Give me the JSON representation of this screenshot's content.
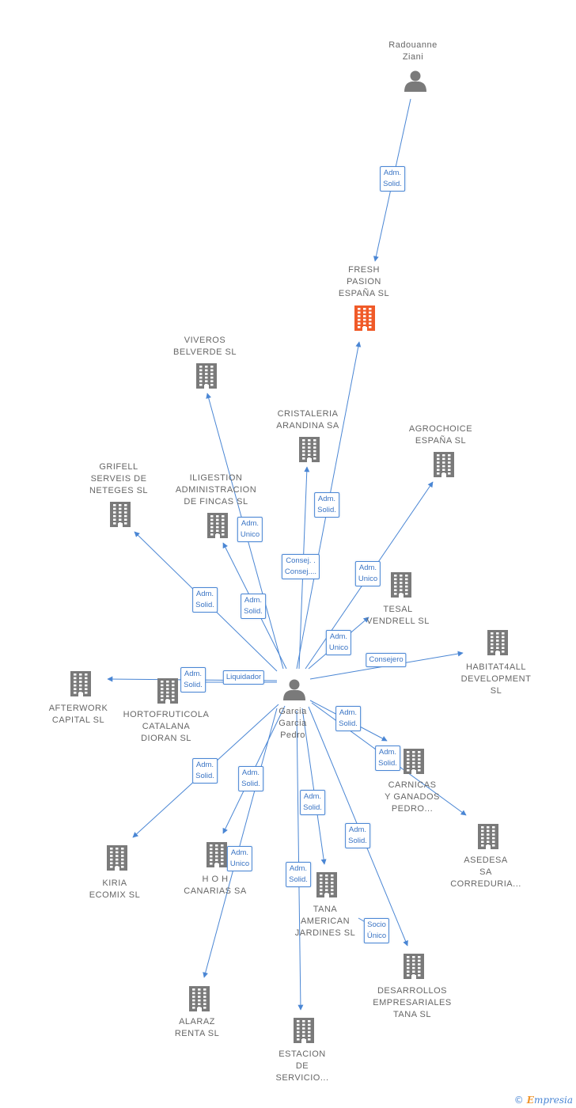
{
  "colors": {
    "edge": "#4a86d4",
    "person": "#7a7a7a",
    "company": "#7a7a7a",
    "focus_company": "#f05a28",
    "label": "#666666"
  },
  "nodes": [
    {
      "id": "radouanne",
      "label": "Radouanne\nZiani",
      "kind": "person"
    },
    {
      "id": "fresh",
      "label": "FRESH\nPASION\nESPAÑA SL",
      "kind": "company-focus"
    },
    {
      "id": "viveros",
      "label": "VIVEROS\nBELVERDE SL",
      "kind": "company"
    },
    {
      "id": "cristaleria",
      "label": "CRISTALERIA\nARANDINA SA",
      "kind": "company"
    },
    {
      "id": "agrochoice",
      "label": "AGROCHOICE\nESPAÑA SL",
      "kind": "company"
    },
    {
      "id": "grifell",
      "label": "GRIFELL\nSERVEIS DE\nNETEGES SL",
      "kind": "company"
    },
    {
      "id": "iligestion",
      "label": "ILIGESTION\nADMINISTRACION\nDE FINCAS SL",
      "kind": "company"
    },
    {
      "id": "tesal",
      "label": "TESAL\nVENDRELL SL",
      "kind": "company"
    },
    {
      "id": "habitat",
      "label": "HABITAT4ALL\nDEVELOPMENT\nSL",
      "kind": "company"
    },
    {
      "id": "afterwork",
      "label": "AFTERWORK\nCAPITAL SL",
      "kind": "company"
    },
    {
      "id": "hortofruticola",
      "label": "HORTOFRUTICOLA\nCATALANA\nDIORAN SL",
      "kind": "company"
    },
    {
      "id": "garcia",
      "label": "Garcia\nGarcia\nPedro",
      "kind": "person"
    },
    {
      "id": "carnicas",
      "label": "CARNICAS\nY GANADOS\nPEDRO...",
      "kind": "company"
    },
    {
      "id": "asedesa",
      "label": "ASEDESA\nSA\nCORREDURIA...",
      "kind": "company"
    },
    {
      "id": "kiria",
      "label": "KIRIA\nECOMIX SL",
      "kind": "company"
    },
    {
      "id": "hoh",
      "label": "H O H\nCANARIAS SA",
      "kind": "company"
    },
    {
      "id": "tana",
      "label": "TANA\nAMERICAN\nJARDINES SL",
      "kind": "company"
    },
    {
      "id": "desarrollos",
      "label": "DESARROLLOS\nEMPRESARIALES\nTANA SL",
      "kind": "company"
    },
    {
      "id": "alaraz",
      "label": "ALARAZ\nRENTA SL",
      "kind": "company"
    },
    {
      "id": "estacion",
      "label": "ESTACION\nDE\nSERVICIO...",
      "kind": "company"
    }
  ],
  "edges": [
    {
      "from": "radouanne",
      "to": "fresh",
      "label": "Adm.\nSolid."
    },
    {
      "from": "garcia",
      "to": "fresh",
      "label": "Adm.\nSolid."
    },
    {
      "from": "garcia",
      "to": "viveros",
      "label": "Adm.\nSolid."
    },
    {
      "from": "garcia",
      "to": "cristaleria",
      "label": "Consej. .\nConsej...."
    },
    {
      "from": "garcia",
      "to": "agrochoice",
      "label": "Adm.\nUnico"
    },
    {
      "from": "garcia",
      "to": "grifell",
      "label": "Adm.\nSolid."
    },
    {
      "from": "garcia",
      "to": "iligestion",
      "label": "Adm.\nUnico"
    },
    {
      "from": "garcia",
      "to": "tesal",
      "label": "Adm.\nUnico"
    },
    {
      "from": "garcia",
      "to": "habitat",
      "label": "Consejero"
    },
    {
      "from": "garcia",
      "to": "afterwork",
      "label": "Adm.\nSolid."
    },
    {
      "from": "garcia",
      "to": "hortofruticola",
      "label": "Liquidador"
    },
    {
      "from": "garcia",
      "to": "carnicas",
      "label": "Adm.\nSolid."
    },
    {
      "from": "garcia",
      "to": "asedesa",
      "label": "Adm.\nSolid."
    },
    {
      "from": "garcia",
      "to": "kiria",
      "label": "Adm.\nSolid."
    },
    {
      "from": "garcia",
      "to": "hoh",
      "label": "Adm.\nSolid."
    },
    {
      "from": "garcia",
      "to": "tana",
      "label": "Adm.\nSolid."
    },
    {
      "from": "garcia",
      "to": "desarrollos",
      "label": "Adm.\nSolid."
    },
    {
      "from": "garcia",
      "to": "alaraz",
      "label": "Adm.\nUnico"
    },
    {
      "from": "garcia",
      "to": "estacion",
      "label": "Adm.\nSolid."
    },
    {
      "from": "garcia",
      "to": "tana",
      "label": "Socio\nÚnico"
    }
  ],
  "footer": {
    "copyright": "©",
    "brand_initial": "E",
    "brand_rest": "mpresia"
  }
}
